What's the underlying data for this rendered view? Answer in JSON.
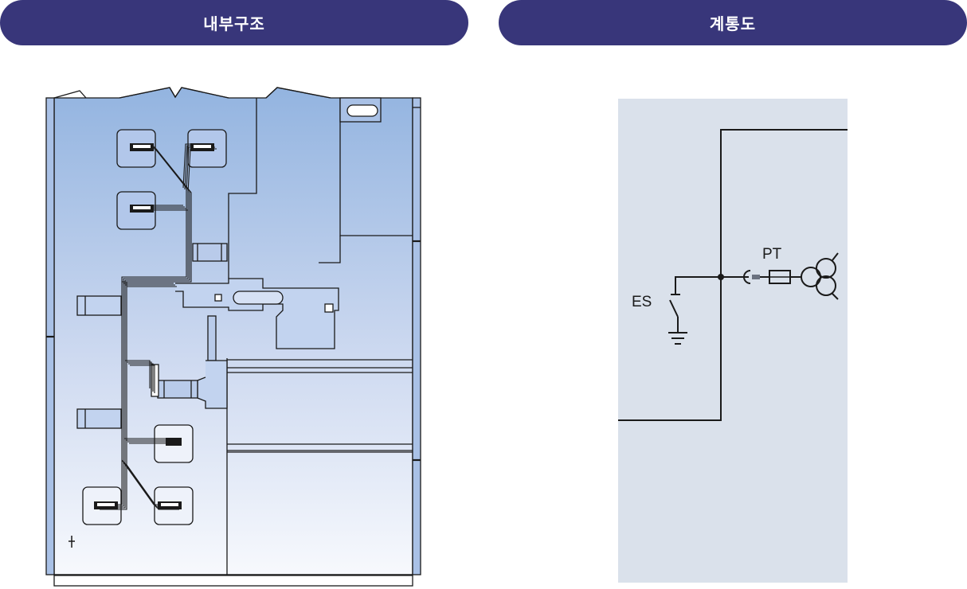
{
  "headers": {
    "left": "내부구조",
    "right": "계통도"
  },
  "schematic": {
    "es_label": "ES",
    "pt_label": "PT"
  },
  "colors": {
    "header_bg": "#38367a",
    "header_text": "#ffffff",
    "cabinet_top": "#93b4e0",
    "cabinet_bottom": "#f7f9fd",
    "schematic_bg": "#dae1eb",
    "line": "#1a1a1a"
  },
  "icons": [
    "bushing-icon",
    "earthing-switch-icon",
    "ground-icon",
    "fuse-icon",
    "transformer-icon"
  ]
}
